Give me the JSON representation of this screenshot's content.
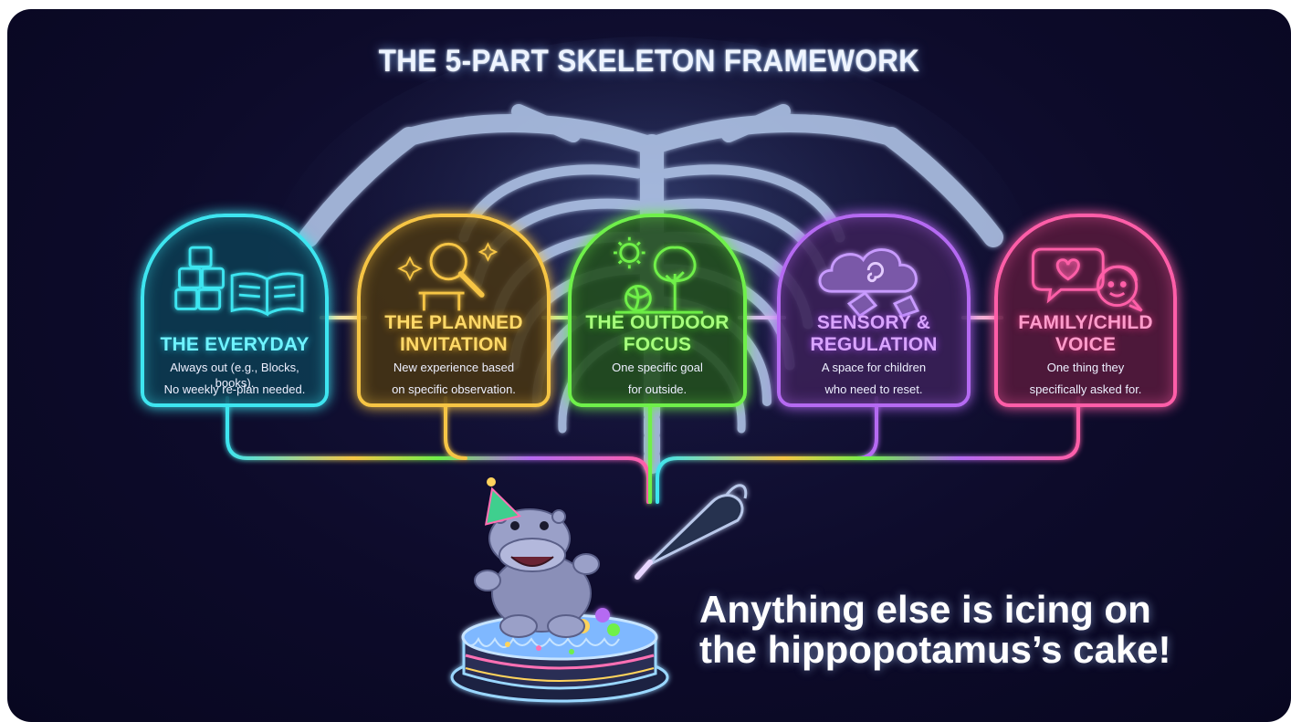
{
  "title": "THE 5-PART SKELETON FRAMEWORK",
  "colors": {
    "background": "#0d0b2a",
    "everyday": "#3ee5f0",
    "planned": "#f6c544",
    "outdoor": "#6ff04a",
    "sensory": "#b56af2",
    "voice": "#ff5ea8"
  },
  "parts": [
    {
      "heading_line1": "THE EVERYDAY",
      "heading_line2": "",
      "desc_line1": "Always out (e.g., Blocks, books).",
      "desc_line2": "No weekly re-plan needed.",
      "icon": "blocks-and-book-icon"
    },
    {
      "heading_line1": "THE PLANNED",
      "heading_line2": "INVITATION",
      "desc_line1": "New experience based",
      "desc_line2": "on specific observation.",
      "icon": "magnifier-table-icon"
    },
    {
      "heading_line1": "THE OUTDOOR",
      "heading_line2": "FOCUS",
      "desc_line1": "One specific goal",
      "desc_line2": "for outside.",
      "icon": "sun-tree-ball-icon"
    },
    {
      "heading_line1": "SENSORY &",
      "heading_line2": "REGULATION",
      "desc_line1": "A space for children",
      "desc_line2": "who need to reset.",
      "icon": "cloud-cushion-icon"
    },
    {
      "heading_line1": "FAMILY/CHILD",
      "heading_line2": "VOICE",
      "desc_line1": "One thing they",
      "desc_line2": "specifically asked for.",
      "icon": "speech-bubbles-icon"
    }
  ],
  "tagline": {
    "line1": "Anything else is icing on",
    "line2": "the hippopotamus’s cake!"
  }
}
